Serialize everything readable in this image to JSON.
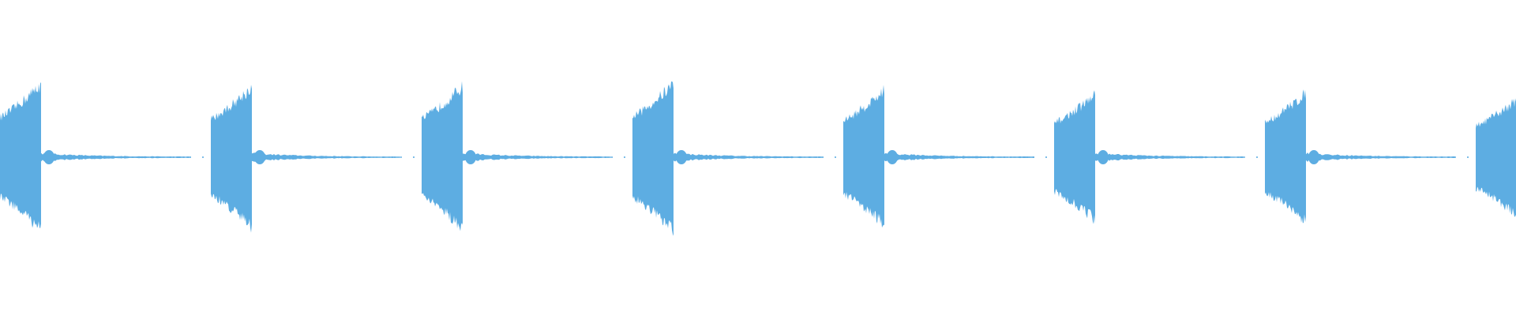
{
  "waveform": {
    "color": "#5dade2",
    "background": "#ffffff",
    "burst_count": 8,
    "bursts": [
      {
        "peak": 0.98,
        "tail": "long"
      },
      {
        "peak": 0.94,
        "tail": "long"
      },
      {
        "peak": 0.95,
        "tail": "long"
      },
      {
        "peak": 0.99,
        "tail": "long"
      },
      {
        "peak": 0.9,
        "tail": "long"
      },
      {
        "peak": 0.84,
        "tail": "long"
      },
      {
        "peak": 0.86,
        "tail": "long"
      },
      {
        "peak": 0.77,
        "tail": "clipped"
      }
    ]
  }
}
